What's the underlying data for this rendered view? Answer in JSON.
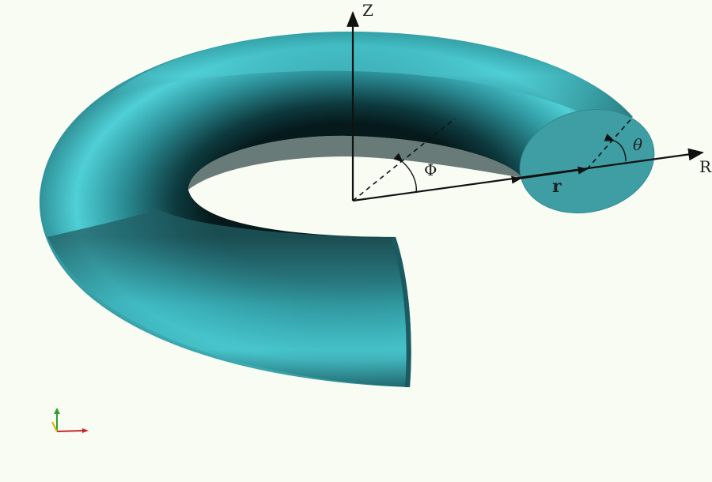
{
  "labels": {
    "z_axis": "Z",
    "r_axis": "R",
    "phi": "Φ",
    "theta": "θ",
    "minor_radius": "r"
  },
  "colors": {
    "background": "#f8fcf3",
    "torus_light": "#4fd0d6",
    "torus_mid": "#2e9aa2",
    "torus_dark": "#0c3034",
    "cross_section": "#3f9ea4",
    "axes": "#111111",
    "triad_x": "#c62828",
    "triad_y": "#2e9e2e",
    "triad_z": "#d4b000"
  },
  "icons": {
    "orientation_triad": "xyz-axes-icon"
  }
}
